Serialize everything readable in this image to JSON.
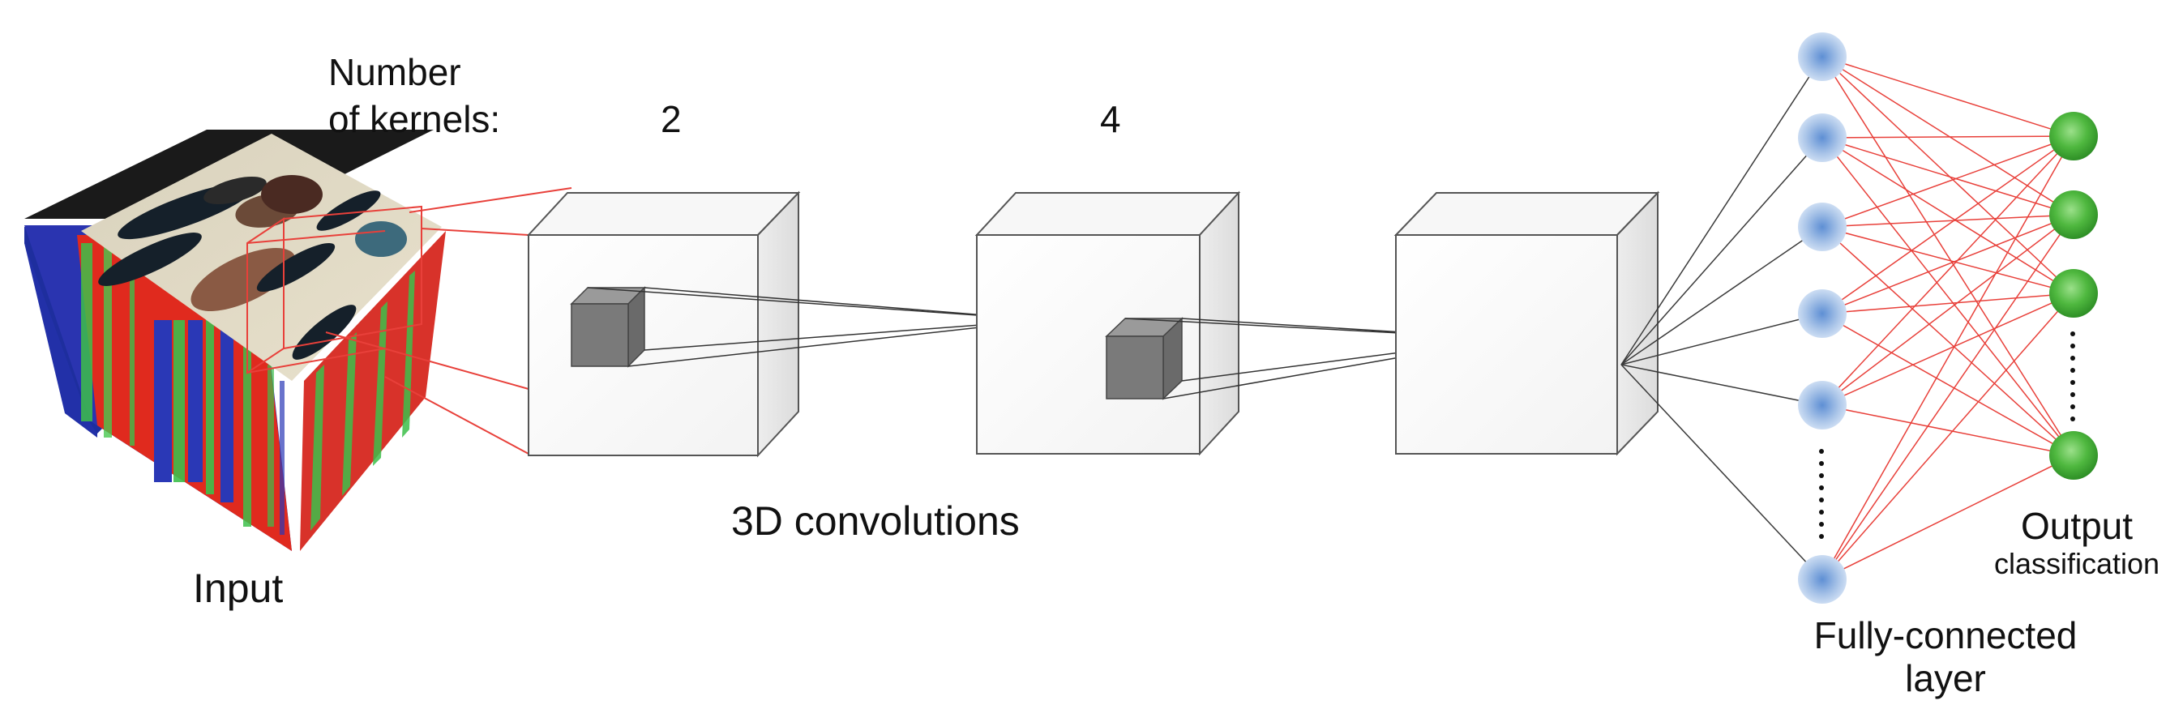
{
  "labels": {
    "kernels_line1": "Number",
    "kernels_line2": "of kernels:",
    "kernels_first": "2",
    "kernels_second": "4",
    "input": "Input",
    "convolutions": "3D convolutions",
    "fc_line1": "Fully-connected",
    "fc_line2": "layer",
    "output_line1": "Output",
    "output_line2": "classification"
  },
  "colors": {
    "connection_red": "#e8403a",
    "connection_gray": "#3a3a3a",
    "hidden_node": "#a9c4e8",
    "output_node": "#4fb83f",
    "kernel_cube": "#7a7a7a",
    "input_side_blue": "#2230a8",
    "input_front_red": "#e02a1e",
    "input_front_green": "#3dbf4a"
  },
  "network": {
    "hidden_nodes_drawn": 6,
    "output_nodes_drawn": 4
  }
}
